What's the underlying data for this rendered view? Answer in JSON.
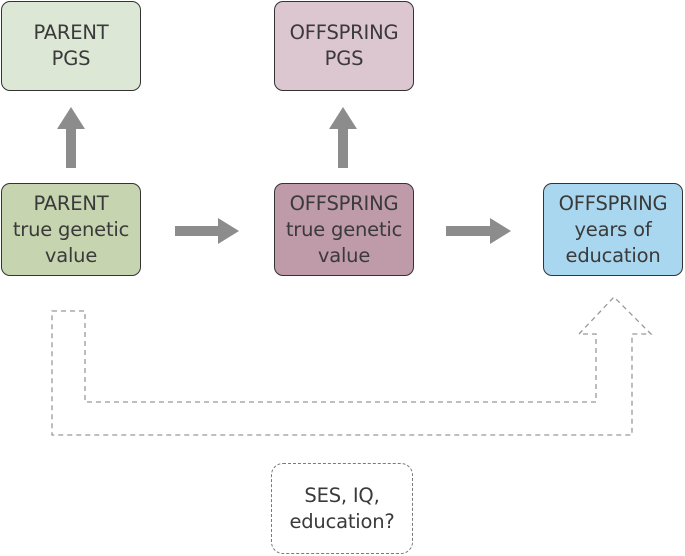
{
  "nodes": {
    "parent_pgs": {
      "lines": [
        "PARENT",
        "PGS"
      ],
      "color": "#dde7d6"
    },
    "parent_true_genetic": {
      "lines": [
        "PARENT",
        "true genetic",
        "value"
      ],
      "color": "#c6d5b0"
    },
    "offspring_pgs": {
      "lines": [
        "OFFSPRING",
        "PGS"
      ],
      "color": "#dcc6cf"
    },
    "offspring_true_genetic": {
      "lines": [
        "OFFSPRING",
        "true genetic",
        "value"
      ],
      "color": "#bf9aa8"
    },
    "offspring_education": {
      "lines": [
        "OFFSPRING",
        "years of",
        "education"
      ],
      "color": "#a9d7ef"
    },
    "confounder": {
      "lines": [
        "SES, IQ,",
        "education?"
      ]
    }
  },
  "edges": [
    {
      "from": "parent_true_genetic",
      "to": "parent_pgs",
      "style": "solid"
    },
    {
      "from": "offspring_true_genetic",
      "to": "offspring_pgs",
      "style": "solid"
    },
    {
      "from": "parent_true_genetic",
      "to": "offspring_true_genetic",
      "style": "solid"
    },
    {
      "from": "offspring_true_genetic",
      "to": "offspring_education",
      "style": "solid"
    },
    {
      "from": "parent_true_genetic",
      "to": "offspring_education",
      "style": "dashed"
    }
  ],
  "colors": {
    "arrow": "#8c8c8c",
    "dashed_line": "#999999",
    "text": "#3a3a3a"
  }
}
